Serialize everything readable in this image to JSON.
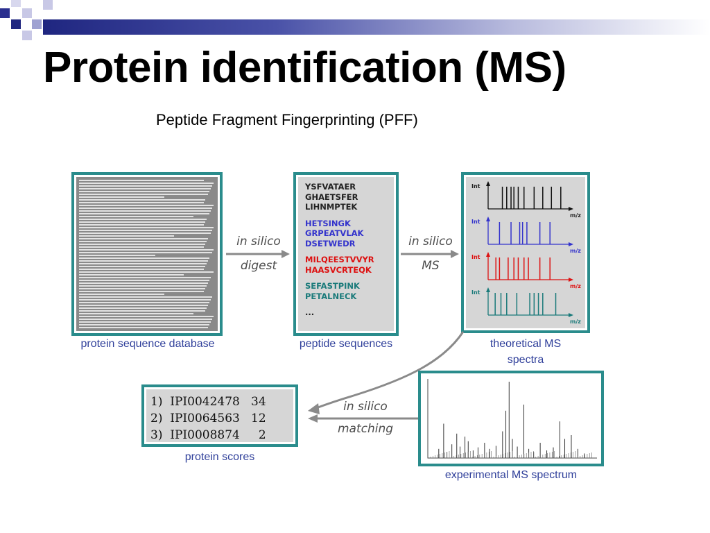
{
  "slide": {
    "title": "Protein identification (MS)",
    "subtitle": "Peptide Fragment Fingerprinting (PFF)"
  },
  "colors": {
    "teal": "#2a8c8c",
    "caption_blue": "#2f3f9a",
    "black_spectrum": "#111111",
    "blue_spectrum": "#3333cc",
    "red_spectrum": "#dd1111",
    "teal_spectrum": "#1a7a7a"
  },
  "database": {
    "caption": "protein sequence database"
  },
  "digest": {
    "line1": "in silico",
    "line2": "digest"
  },
  "peptides": {
    "caption": "peptide sequences",
    "groups": [
      {
        "color": "#222222",
        "items": [
          "YSFVATAER",
          "GHAETSFER",
          "LIHNMPTEK"
        ]
      },
      {
        "color": "#3333cc",
        "items": [
          "HETSINGK",
          "GRPEATVLAK",
          "DSETWEDR"
        ]
      },
      {
        "color": "#dd1111",
        "items": [
          "MILQEESTVVYR",
          "HAASVCRTEQK"
        ]
      },
      {
        "color": "#1a7a7a",
        "items": [
          "SEFASTPINK",
          "PETALNECK"
        ]
      },
      {
        "color": "#222222",
        "items": [
          "..."
        ]
      }
    ]
  },
  "ms": {
    "line1": "in silico",
    "line2": "MS"
  },
  "theoretical": {
    "caption_line1": "theoretical MS",
    "caption_line2": "spectra",
    "y_label": "Int",
    "x_label": "m/z",
    "spectra": [
      {
        "color": "#111111",
        "peaks": [
          0.14,
          0.2,
          0.26,
          0.3,
          0.36,
          0.44,
          0.58,
          0.7,
          0.82,
          0.95
        ]
      },
      {
        "color": "#3333cc",
        "peaks": [
          0.1,
          0.26,
          0.38,
          0.42,
          0.48,
          0.66,
          0.8
        ]
      },
      {
        "color": "#dd1111",
        "peaks": [
          0.05,
          0.1,
          0.22,
          0.3,
          0.36,
          0.44,
          0.5,
          0.66,
          0.8
        ]
      },
      {
        "color": "#1a7a7a",
        "peaks": [
          0.04,
          0.12,
          0.2,
          0.34,
          0.52,
          0.58,
          0.64,
          0.7,
          0.88
        ]
      }
    ]
  },
  "matching": {
    "line1": "in silico",
    "line2": "matching"
  },
  "scores": {
    "caption": "protein scores",
    "rows": [
      "1)  IPI0042478   34",
      "2)  IPI0064563   12",
      "3)  IPI0008874     2"
    ]
  },
  "experimental": {
    "caption": "experimental MS spectrum",
    "peaks": [
      [
        0.05,
        0.12
      ],
      [
        0.08,
        0.45
      ],
      [
        0.1,
        0.08
      ],
      [
        0.13,
        0.18
      ],
      [
        0.16,
        0.32
      ],
      [
        0.18,
        0.15
      ],
      [
        0.21,
        0.28
      ],
      [
        0.23,
        0.22
      ],
      [
        0.26,
        0.1
      ],
      [
        0.29,
        0.14
      ],
      [
        0.33,
        0.2
      ],
      [
        0.36,
        0.12
      ],
      [
        0.4,
        0.16
      ],
      [
        0.44,
        0.35
      ],
      [
        0.46,
        0.62
      ],
      [
        0.48,
        1.0
      ],
      [
        0.5,
        0.25
      ],
      [
        0.53,
        0.15
      ],
      [
        0.57,
        0.7
      ],
      [
        0.6,
        0.12
      ],
      [
        0.63,
        0.08
      ],
      [
        0.67,
        0.2
      ],
      [
        0.71,
        0.1
      ],
      [
        0.75,
        0.14
      ],
      [
        0.79,
        0.48
      ],
      [
        0.82,
        0.25
      ],
      [
        0.86,
        0.3
      ],
      [
        0.9,
        0.12
      ],
      [
        0.94,
        0.06
      ]
    ]
  }
}
